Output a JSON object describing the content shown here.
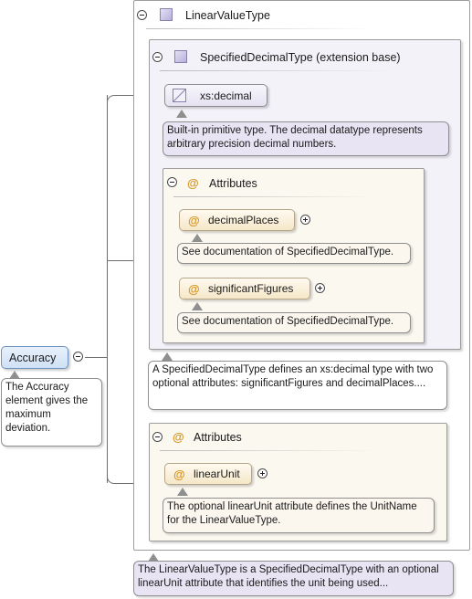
{
  "root": {
    "element_name": "Accuracy",
    "doc": "The Accuracy element gives the maximum deviation."
  },
  "linear_value_type": {
    "title": "LinearValueType",
    "doc": "The LinearValueType is a SpecifiedDecimalType with an optional linearUnit attribute that identifies the unit being used..."
  },
  "specified_decimal_type": {
    "title": "SpecifiedDecimalType (extension base)",
    "doc": "A SpecifiedDecimalType defines an xs:decimal type with two optional attributes: significantFigures and decimalPlaces...."
  },
  "xs_decimal": {
    "label": "xs:decimal",
    "doc": "Built-in primitive type. The decimal datatype represents arbitrary precision decimal numbers."
  },
  "inner_attributes": {
    "title": "Attributes",
    "items": [
      {
        "name": "decimalPlaces",
        "doc": "See documentation of SpecifiedDecimalType."
      },
      {
        "name": "significantFigures",
        "doc": "See documentation of SpecifiedDecimalType."
      }
    ]
  },
  "outer_attributes": {
    "title": "Attributes",
    "items": [
      {
        "name": "linearUnit",
        "doc": "The optional linearUnit attribute defines the UnitName for the LinearValueType."
      }
    ]
  },
  "symbols": {
    "at": "@"
  },
  "colors": {
    "element_fill": "#d6e6f8",
    "element_border": "#6f93c0",
    "type_panel_fill": "#f4f2f9",
    "attr_panel_fill": "#fbf8f0",
    "attr_accent": "#d49420",
    "type_icon": "#b8b0dc"
  },
  "icons": [
    "collapse-icon",
    "expand-icon",
    "complex-type-icon",
    "simple-type-icon",
    "attribute-icon"
  ]
}
